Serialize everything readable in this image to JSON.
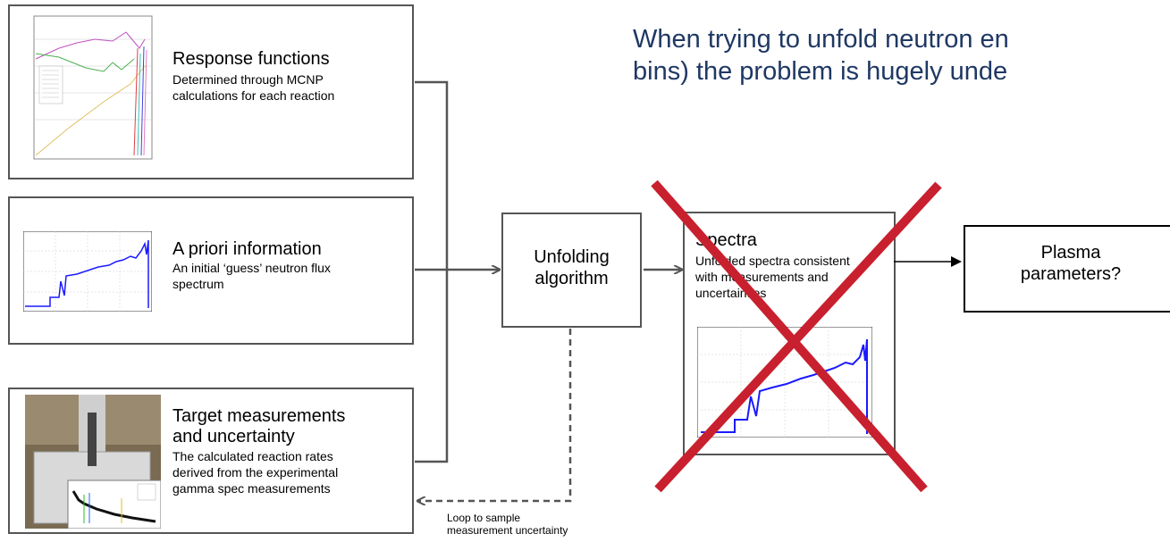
{
  "headline": {
    "line1": "When trying to unfold neutron en",
    "line2": "bins) the problem is hugely unde"
  },
  "inputs": [
    {
      "title": "Response functions",
      "desc": [
        "Determined through MCNP",
        "calculations for each reaction"
      ]
    },
    {
      "title": "A priori information",
      "desc": [
        "An initial ‘guess’ neutron flux",
        "spectrum"
      ]
    },
    {
      "title": [
        "Target measurements",
        "and uncertainty"
      ],
      "desc": [
        "The calculated reaction rates",
        "derived from the experimental",
        "gamma spec measurements"
      ]
    }
  ],
  "algorithm": {
    "label": [
      "Unfolding",
      "algorithm"
    ]
  },
  "spectra": {
    "title": "Spectra",
    "desc": [
      "Unfolded spectra consistent",
      "with measurements and",
      "uncertainties"
    ]
  },
  "output": {
    "label": [
      "Plasma",
      "parameters?"
    ]
  },
  "loop_caption": [
    "Loop to sample",
    "measurement uncertainty"
  ],
  "colors": {
    "headline": "#1f3864",
    "cross": "#c8202e",
    "spectrum": "#1a1aff",
    "box_border": "#555555"
  }
}
